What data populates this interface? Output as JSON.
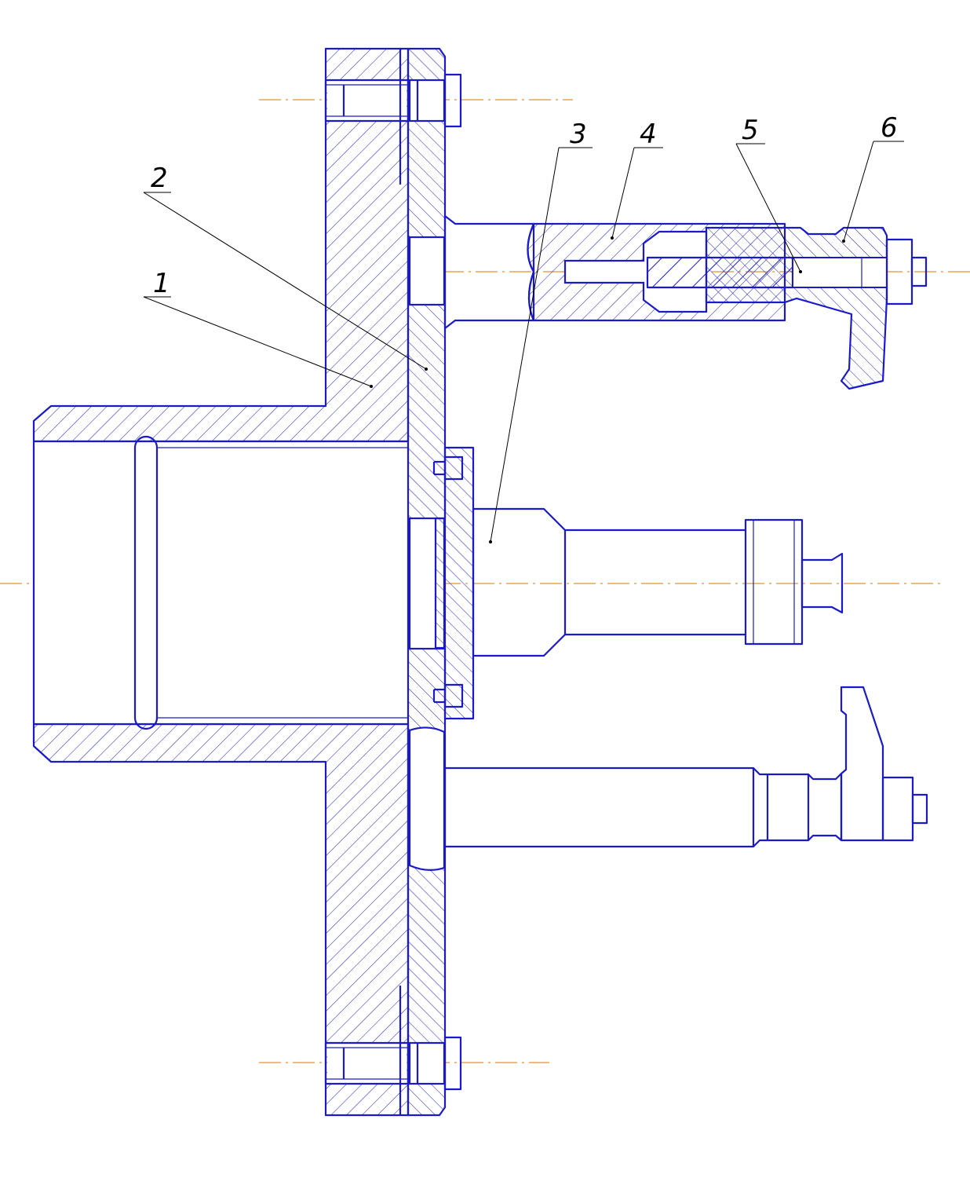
{
  "drawing": {
    "line_color": "#1a1acc",
    "axis_color": "#e8912d",
    "background": "#ffffff",
    "callouts": [
      {
        "label": "1"
      },
      {
        "label": "2"
      },
      {
        "label": "3"
      },
      {
        "label": "4"
      },
      {
        "label": "5"
      },
      {
        "label": "6"
      }
    ]
  }
}
